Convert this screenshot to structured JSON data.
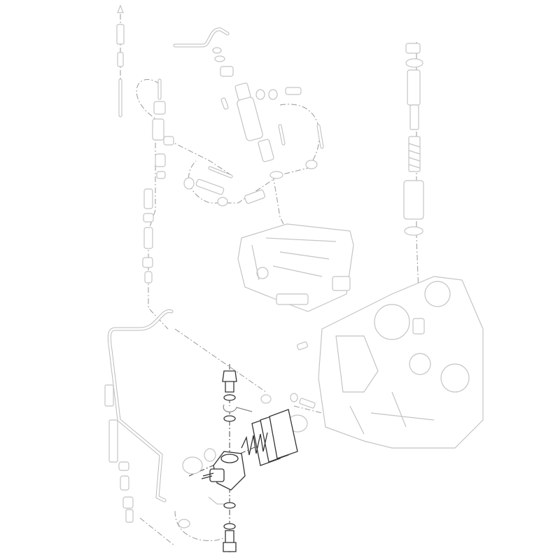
{
  "diagram": {
    "type": "exploded-parts-view",
    "colors": {
      "background": "#ffffff",
      "context_parts": "#c4c4c4",
      "highlighted_parts": "#333333",
      "centerlines": "#999999"
    },
    "parts": [
      "return-fuel-line",
      "fuel-injector",
      "cylinder-head",
      "injection-pump-plunger",
      "pump-spring",
      "injection-pump-element",
      "gaskets",
      "banjo-fitting",
      "banjo-bolt",
      "sealing-washers",
      "high-pressure-pipe",
      "crankcase"
    ]
  }
}
